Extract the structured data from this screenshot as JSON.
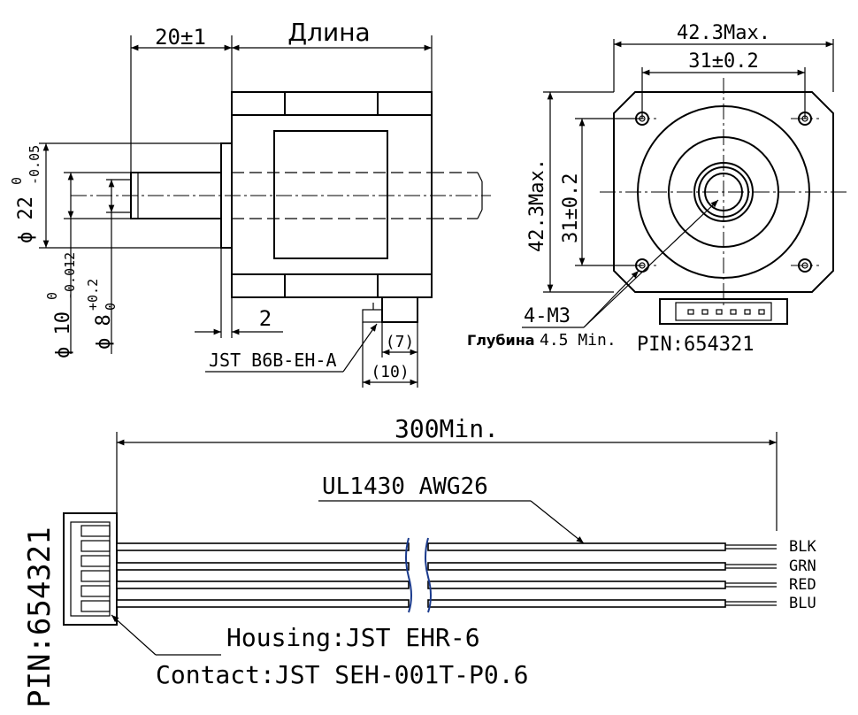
{
  "title_length": "Длина",
  "side_view": {
    "shaft_len": "20±1",
    "boss_dia_lbl": "ϕ 22",
    "boss_tol_sup": "0",
    "boss_tol_sub": "-0.05",
    "shaft_dia_lbl": "ϕ 10",
    "shaft_dia_tol_sup": "0",
    "shaft_dia_tol_sub": "-0.012",
    "flat_lbl": "ϕ 8",
    "flat_tol_sup": "+0.2",
    "flat_tol_sub": "0",
    "boss_height": "2",
    "conn_w7": "(7)",
    "conn_w10": "(10)",
    "conn_label": "JST B6B-EH-A"
  },
  "front_view": {
    "width_max": "42.3Max.",
    "hole_spacing": "31±0.2",
    "height_max": "42.3Max.",
    "hole_spacing_v": "31±0.2",
    "thread": "4-M3",
    "depth_word": "Глубина",
    "depth_value": "4.5 Min.",
    "pin": "PIN:654321"
  },
  "cable": {
    "length": "300Min.",
    "wire_spec": "UL1430 AWG26",
    "colors": [
      "BLK",
      "GRN",
      "RED",
      "BLU"
    ],
    "pin_label": "PIN:654321",
    "housing": "Housing:JST EHR-6",
    "contact": "Contact:JST SEH-001T-P0.6"
  }
}
